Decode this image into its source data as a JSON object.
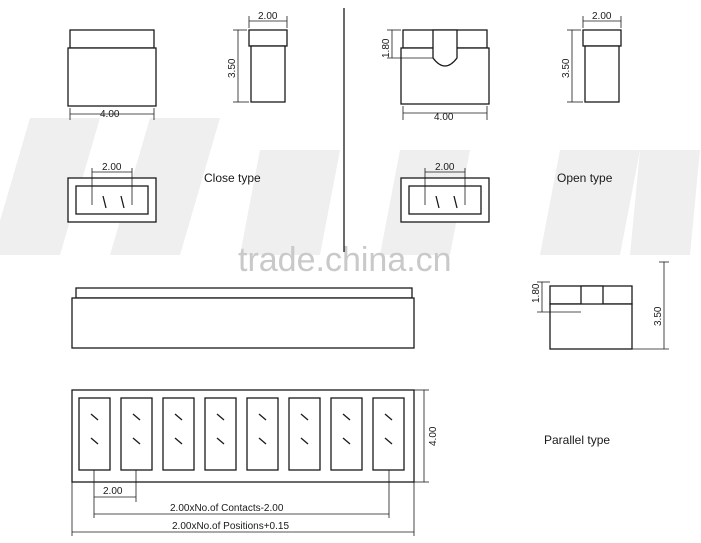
{
  "watermark": {
    "text": "trade.china.cn"
  },
  "labels": {
    "close_type": "Close type",
    "open_type": "Open type",
    "parallel_type": "Parallel type"
  },
  "dimensions": {
    "close_top_width": "2.00",
    "close_top_height": "3.50",
    "close_front_width": "4.00",
    "close_pin_pitch": "2.00",
    "open_top_width": "2.00",
    "open_top_height": "3.50",
    "open_front_width": "4.00",
    "open_slot_height": "1.80",
    "open_pin_pitch": "2.00",
    "parallel_slot_height": "1.80",
    "parallel_side_height": "3.50",
    "parallel_depth": "4.00",
    "parallel_pitch": "2.00",
    "parallel_contacts_span": "2.00xNo.of Contacts-2.00",
    "parallel_positions_span": "2.00xNo.of Positions+0.15"
  }
}
